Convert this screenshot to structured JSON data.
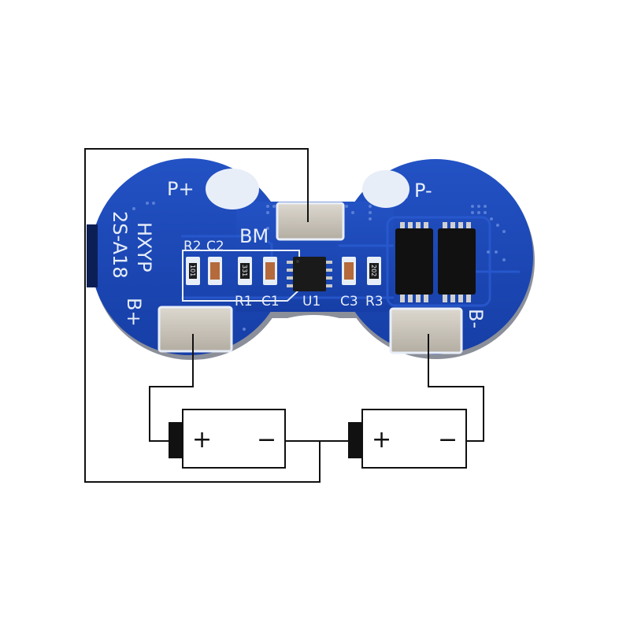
{
  "board": {
    "labels": {
      "p_plus": "P+",
      "p_minus": "P-",
      "b_plus": "B+",
      "b_minus": "B-",
      "bm": "BM",
      "model_line1": "HXYP",
      "model_line2": "2S-A18"
    },
    "components": {
      "r2": "R2",
      "c2": "C2",
      "r1": "R1",
      "c1": "C1",
      "u1": "U1",
      "c3": "C3",
      "r3": "R3"
    },
    "chip_markings": {
      "r2": "101",
      "r1": "331",
      "r3": "202"
    }
  },
  "batteries": [
    {
      "plus": "+",
      "minus": "−"
    },
    {
      "plus": "+",
      "minus": "−"
    }
  ],
  "colors": {
    "pcb": "#1a47b8",
    "pcb_dark": "#12348f",
    "pad": "#c9c3b8",
    "silkscreen": "#e8eef8",
    "wire": "#111111"
  }
}
